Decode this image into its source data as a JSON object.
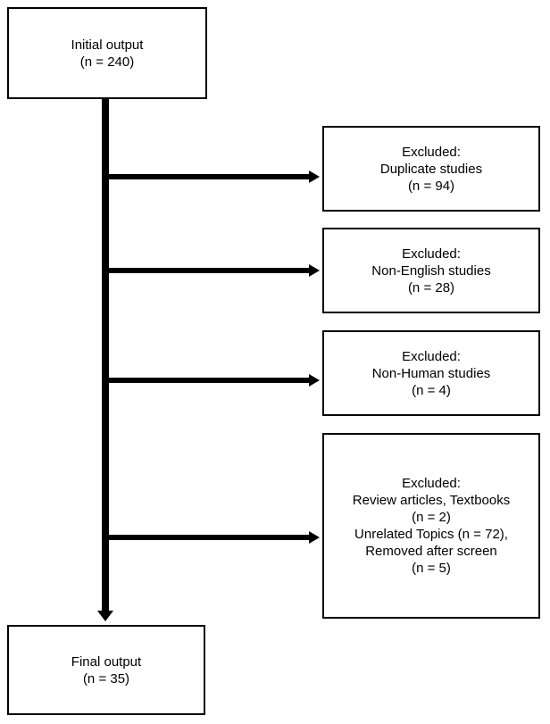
{
  "start": {
    "label": "Initial output",
    "count": "(n = 240)"
  },
  "exclusions": [
    {
      "lines": [
        "Excluded:",
        "Duplicate studies",
        "(n = 94)"
      ]
    },
    {
      "lines": [
        "Excluded:",
        "Non-English studies",
        "(n = 28)"
      ]
    },
    {
      "lines": [
        "Excluded:",
        "Non-Human studies",
        "(n = 4)"
      ]
    },
    {
      "lines": [
        "Excluded:",
        "Review articles, Textbooks",
        "(n = 2)",
        "Unrelated Topics (n = 72),",
        "Removed after screen",
        "(n = 5)"
      ]
    }
  ],
  "end": {
    "label": "Final output",
    "count": "(n = 35)"
  }
}
